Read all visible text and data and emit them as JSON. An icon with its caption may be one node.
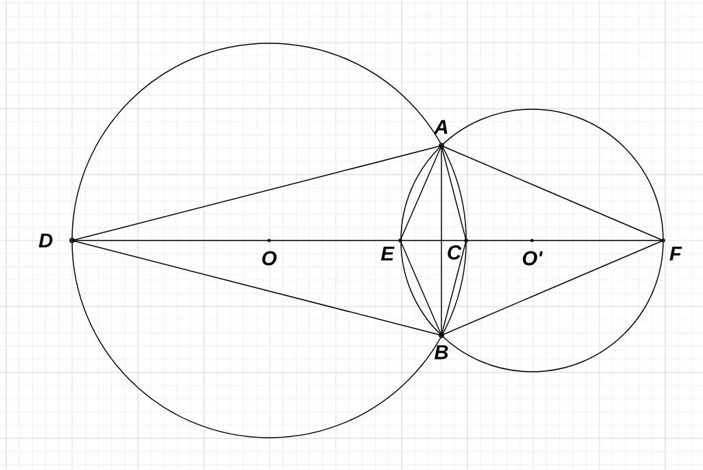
{
  "diagram": {
    "nodes": [
      {
        "text": [
          "A"
        ]
      },
      {
        "text": [
          "D"
        ]
      },
      {
        "text": [
          "O"
        ]
      },
      {
        "text": [
          "E"
        ]
      },
      {
        "text": [
          "C"
        ]
      },
      {
        "text": [
          "O'"
        ]
      },
      {
        "text": [
          "F"
        ]
      },
      {
        "text": [
          "B"
        ]
      }
    ],
    "edges": [
      {
        "from": 1,
        "to": 6,
        "arrow": "none"
      },
      {
        "from": 1,
        "to": 0,
        "arrow": "none"
      },
      {
        "from": 1,
        "to": 7,
        "arrow": "none"
      },
      {
        "from": 0,
        "to": 6,
        "arrow": "none"
      },
      {
        "from": 7,
        "to": 6,
        "arrow": "none"
      },
      {
        "from": 0,
        "to": 7,
        "arrow": "none"
      },
      {
        "from": 0,
        "to": 3,
        "arrow": "none"
      },
      {
        "from": 3,
        "to": 7,
        "arrow": "none"
      },
      {
        "from": 0,
        "to": 4,
        "arrow": "none"
      },
      {
        "from": 4,
        "to": 7,
        "arrow": "none"
      }
    ]
  }
}
